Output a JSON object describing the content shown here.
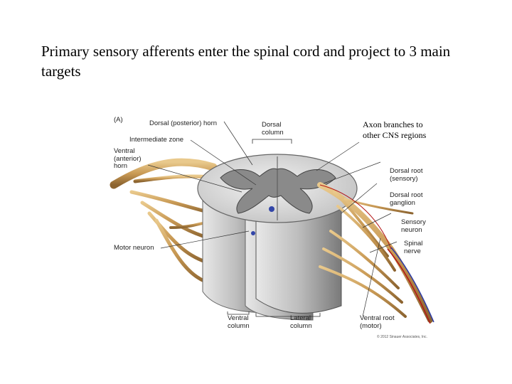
{
  "slide": {
    "title": "Primary sensory afferents enter the spinal cord and project to 3 main targets",
    "callout": "Axon branches to\nother CNS regions"
  },
  "figure": {
    "panel_label": "(A)",
    "labels": {
      "dorsal_horn": "Dorsal (posterior) horn",
      "intermediate_zone": "Intermediate zone",
      "ventral_horn": "Ventral\n(anterior)\nhorn",
      "dorsal_column": "Dorsal\ncolumn",
      "dorsal_root": "Dorsal root\n(sensory)",
      "dorsal_root_ganglion": "Dorsal root\nganglion",
      "sensory_neuron": "Sensory\nneuron",
      "spinal_nerve": "Spinal\nnerve",
      "motor_neuron": "Motor neuron",
      "ventral_column": "Ventral\ncolumn",
      "lateral_column": "Lateral\ncolumn",
      "ventral_root": "Ventral root\n(motor)"
    },
    "copyright": "© 2012 Sinauer Associates, Inc."
  }
}
